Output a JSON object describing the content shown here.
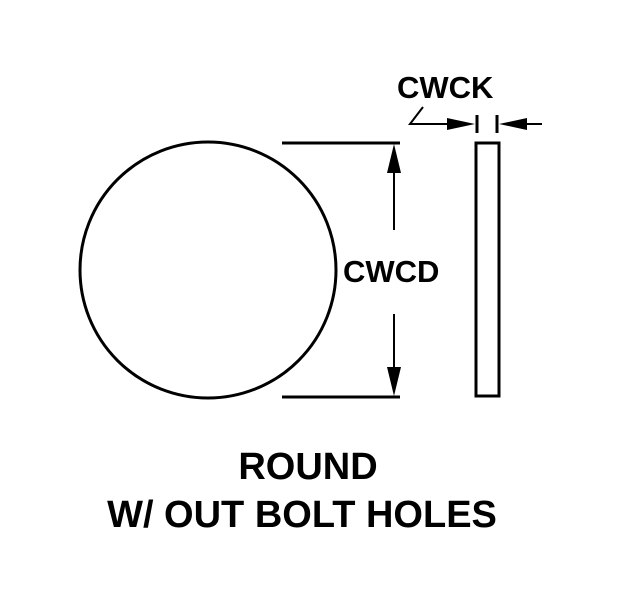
{
  "diagram": {
    "shape": "round",
    "labels": {
      "thickness": "CWCK",
      "diameter": "CWCD"
    },
    "caption": {
      "line1": "ROUND",
      "line2": "W/ OUT BOLT HOLES"
    },
    "colors": {
      "stroke": "#000000",
      "background": "#ffffff"
    }
  }
}
